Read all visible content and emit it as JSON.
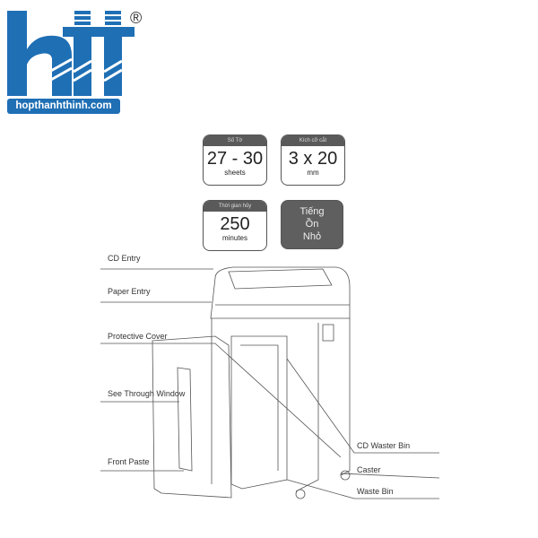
{
  "logo": {
    "text": "hopthanhthinh.com",
    "mark": "htt",
    "registered": "®",
    "color": "#1f6fb5"
  },
  "specs": [
    {
      "header": "Số Tờ",
      "value": "27 - 30",
      "unit": "sheets"
    },
    {
      "header": "Kích cỡ cắt",
      "value": "3 x 20",
      "unit": "mm"
    },
    {
      "header": "Thời gian hủy",
      "value": "250",
      "unit": "minutes"
    },
    {
      "lines": [
        "Tiếng",
        "Ồn",
        "Nhỏ"
      ]
    }
  ],
  "labels": {
    "cd_entry": "CD Entry",
    "paper_entry": "Paper Entry",
    "protective_cover": "Protective Cover",
    "see_through_window": "See Through Window",
    "front_paste": "Front Paste",
    "cd_waster_bin": "CD Waster Bin",
    "caster": "Caster",
    "waste_bin": "Waste Bin"
  }
}
